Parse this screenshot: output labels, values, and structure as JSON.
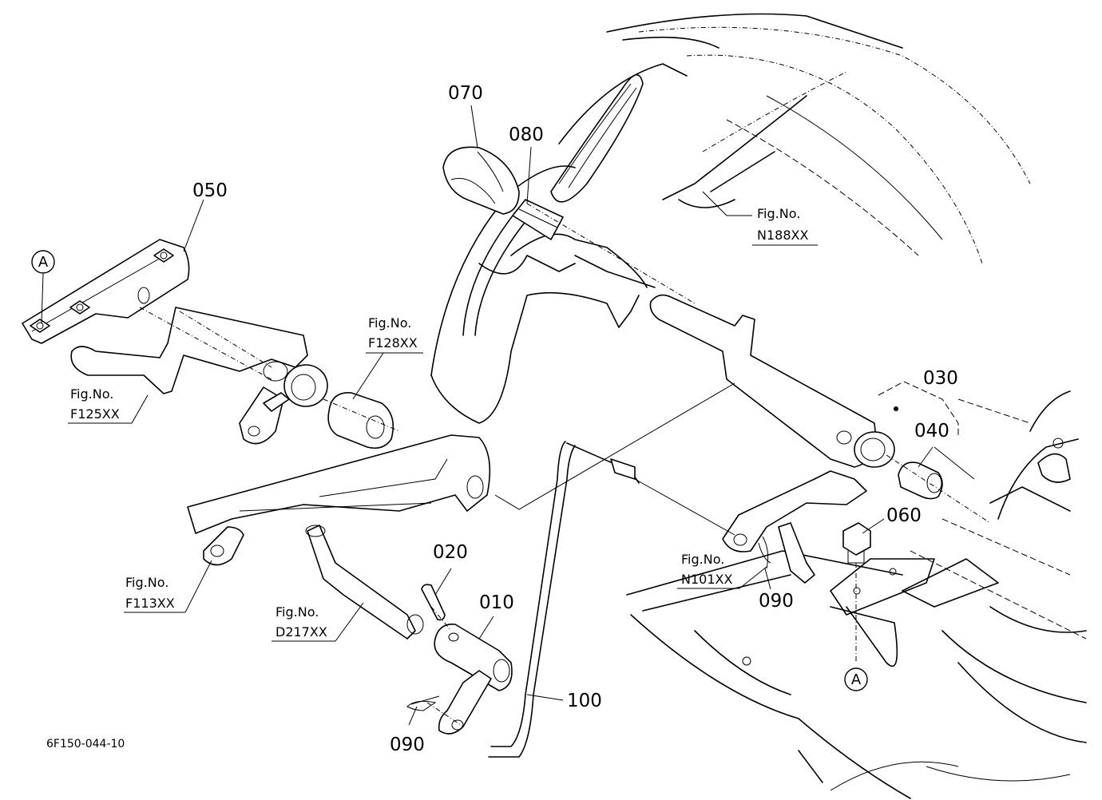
{
  "parts": {
    "p010": "010",
    "p020": "020",
    "p030": "030",
    "p040": "040",
    "p050": "050",
    "p060": "060",
    "p070": "070",
    "p080": "080",
    "p090a": "090",
    "p090b": "090",
    "p100": "100"
  },
  "figrefs": {
    "n188": {
      "prefix": "Fig.No.",
      "code": "N188XX"
    },
    "f128": {
      "prefix": "Fig.No.",
      "code": "F128XX"
    },
    "f125": {
      "prefix": "Fig.No.",
      "code": "F125XX"
    },
    "f113": {
      "prefix": "Fig.No.",
      "code": "F113XX"
    },
    "d217": {
      "prefix": "Fig.No.",
      "code": "D217XX"
    },
    "n101": {
      "prefix": "Fig.No.",
      "code": "N101XX"
    }
  },
  "markers": {
    "a1": "A",
    "a2": "A"
  },
  "drawing_code": "6F150-044-10"
}
